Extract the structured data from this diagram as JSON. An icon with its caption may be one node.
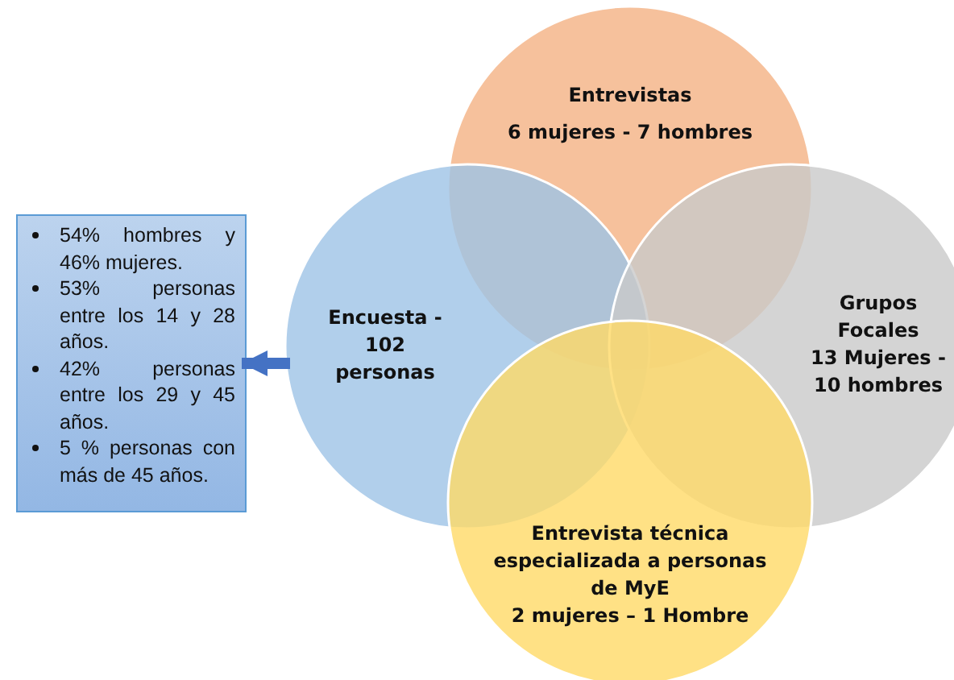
{
  "diagram": {
    "nodes": [
      {
        "text": [
          "Entrevistas",
          "6 mujeres - 7 hombres"
        ]
      },
      {
        "text": [
          "Encuesta - 102 personas"
        ]
      },
      {
        "text": [
          "Grupos Focales",
          "13 Mujeres - 10 hombres"
        ]
      },
      {
        "text": [
          "Entrevista técnica especializada a personas de MyE",
          "2 mujeres – 1 Hombre"
        ]
      },
      {
        "text": [
          "54% hombres y 46% mujeres.",
          "53% personas entre los 14 y 28 años.",
          "42% personas entre los 29 y 45 años.",
          "5 % personas con más de 45 años."
        ]
      }
    ],
    "edges": [
      {
        "from": 1,
        "to": 4,
        "arrow": "to"
      }
    ]
  }
}
